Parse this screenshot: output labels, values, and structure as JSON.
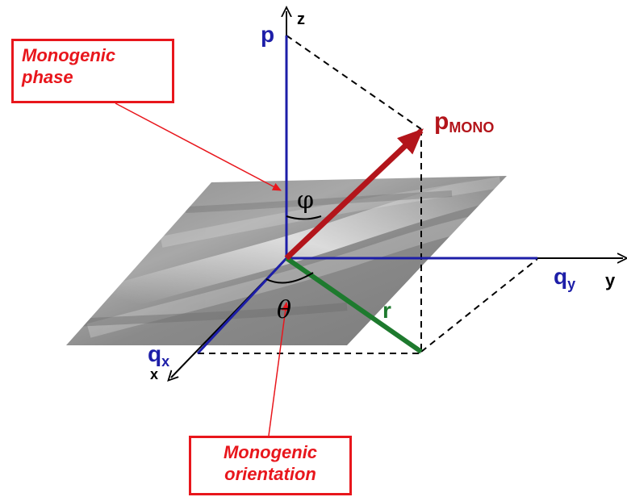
{
  "colors": {
    "axis_blue": "#1d1ea8",
    "vector_red": "#b3151b",
    "r_green": "#1e7a2e",
    "callout_red": "#e8161c",
    "plane_gray": "#9a9a9a",
    "dash_black": "#000000"
  },
  "axes": {
    "z_label": "z",
    "y_label": "y",
    "x_label": "x"
  },
  "components": {
    "p": "p",
    "p_mono_main": "p",
    "p_mono_sub": "MONO",
    "q_y_main": "q",
    "q_y_sub": "y",
    "q_x_main": "q",
    "q_x_sub": "x",
    "r": "r"
  },
  "angles": {
    "phi": "φ",
    "theta": "θ"
  },
  "callouts": {
    "phase_line1": "Monogenic",
    "phase_line2": "phase",
    "orientation_line1": "Monogenic",
    "orientation_line2": "orientation"
  }
}
